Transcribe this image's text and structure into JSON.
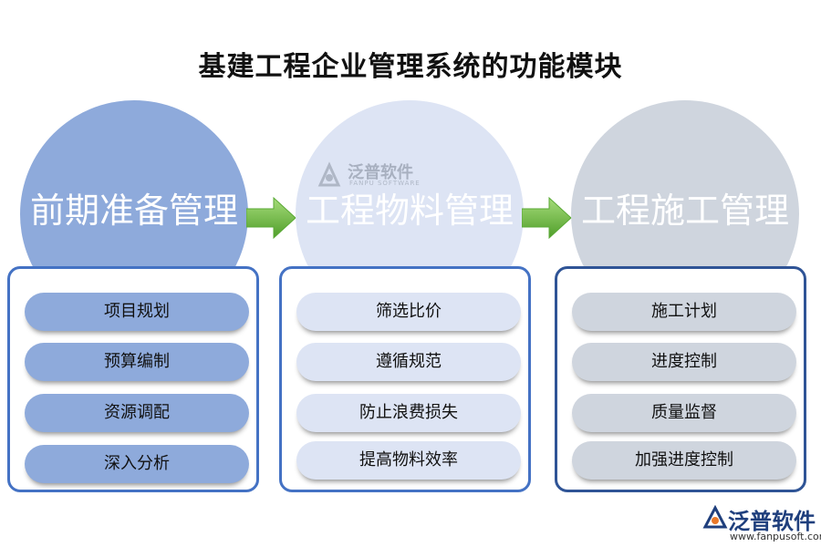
{
  "title": "基建工程企业管理系统的功能模块",
  "modules": [
    {
      "name": "前期准备管理",
      "items": [
        "项目规划",
        "预算编制",
        "资源调配",
        "深入分析"
      ]
    },
    {
      "name": "工程物料管理",
      "items": [
        "筛选比价",
        "遵循规范",
        "防止浪费损失",
        "提高物料效率"
      ]
    },
    {
      "name": "工程施工管理",
      "items": [
        "施工计划",
        "进度控制",
        "质量监督",
        "加强进度控制"
      ]
    }
  ],
  "watermark": {
    "brand": "泛普软件",
    "sub": "FANPU SOFTWARE"
  },
  "logo": {
    "brand": "泛普软件",
    "url": "www.fanpusoft.com"
  },
  "colors": {
    "module1": "#8eaadb",
    "module2": "#dde4f4",
    "module3": "#cfd5de",
    "panel_border": "#2f5496",
    "arrow": "#6fbf3b"
  }
}
